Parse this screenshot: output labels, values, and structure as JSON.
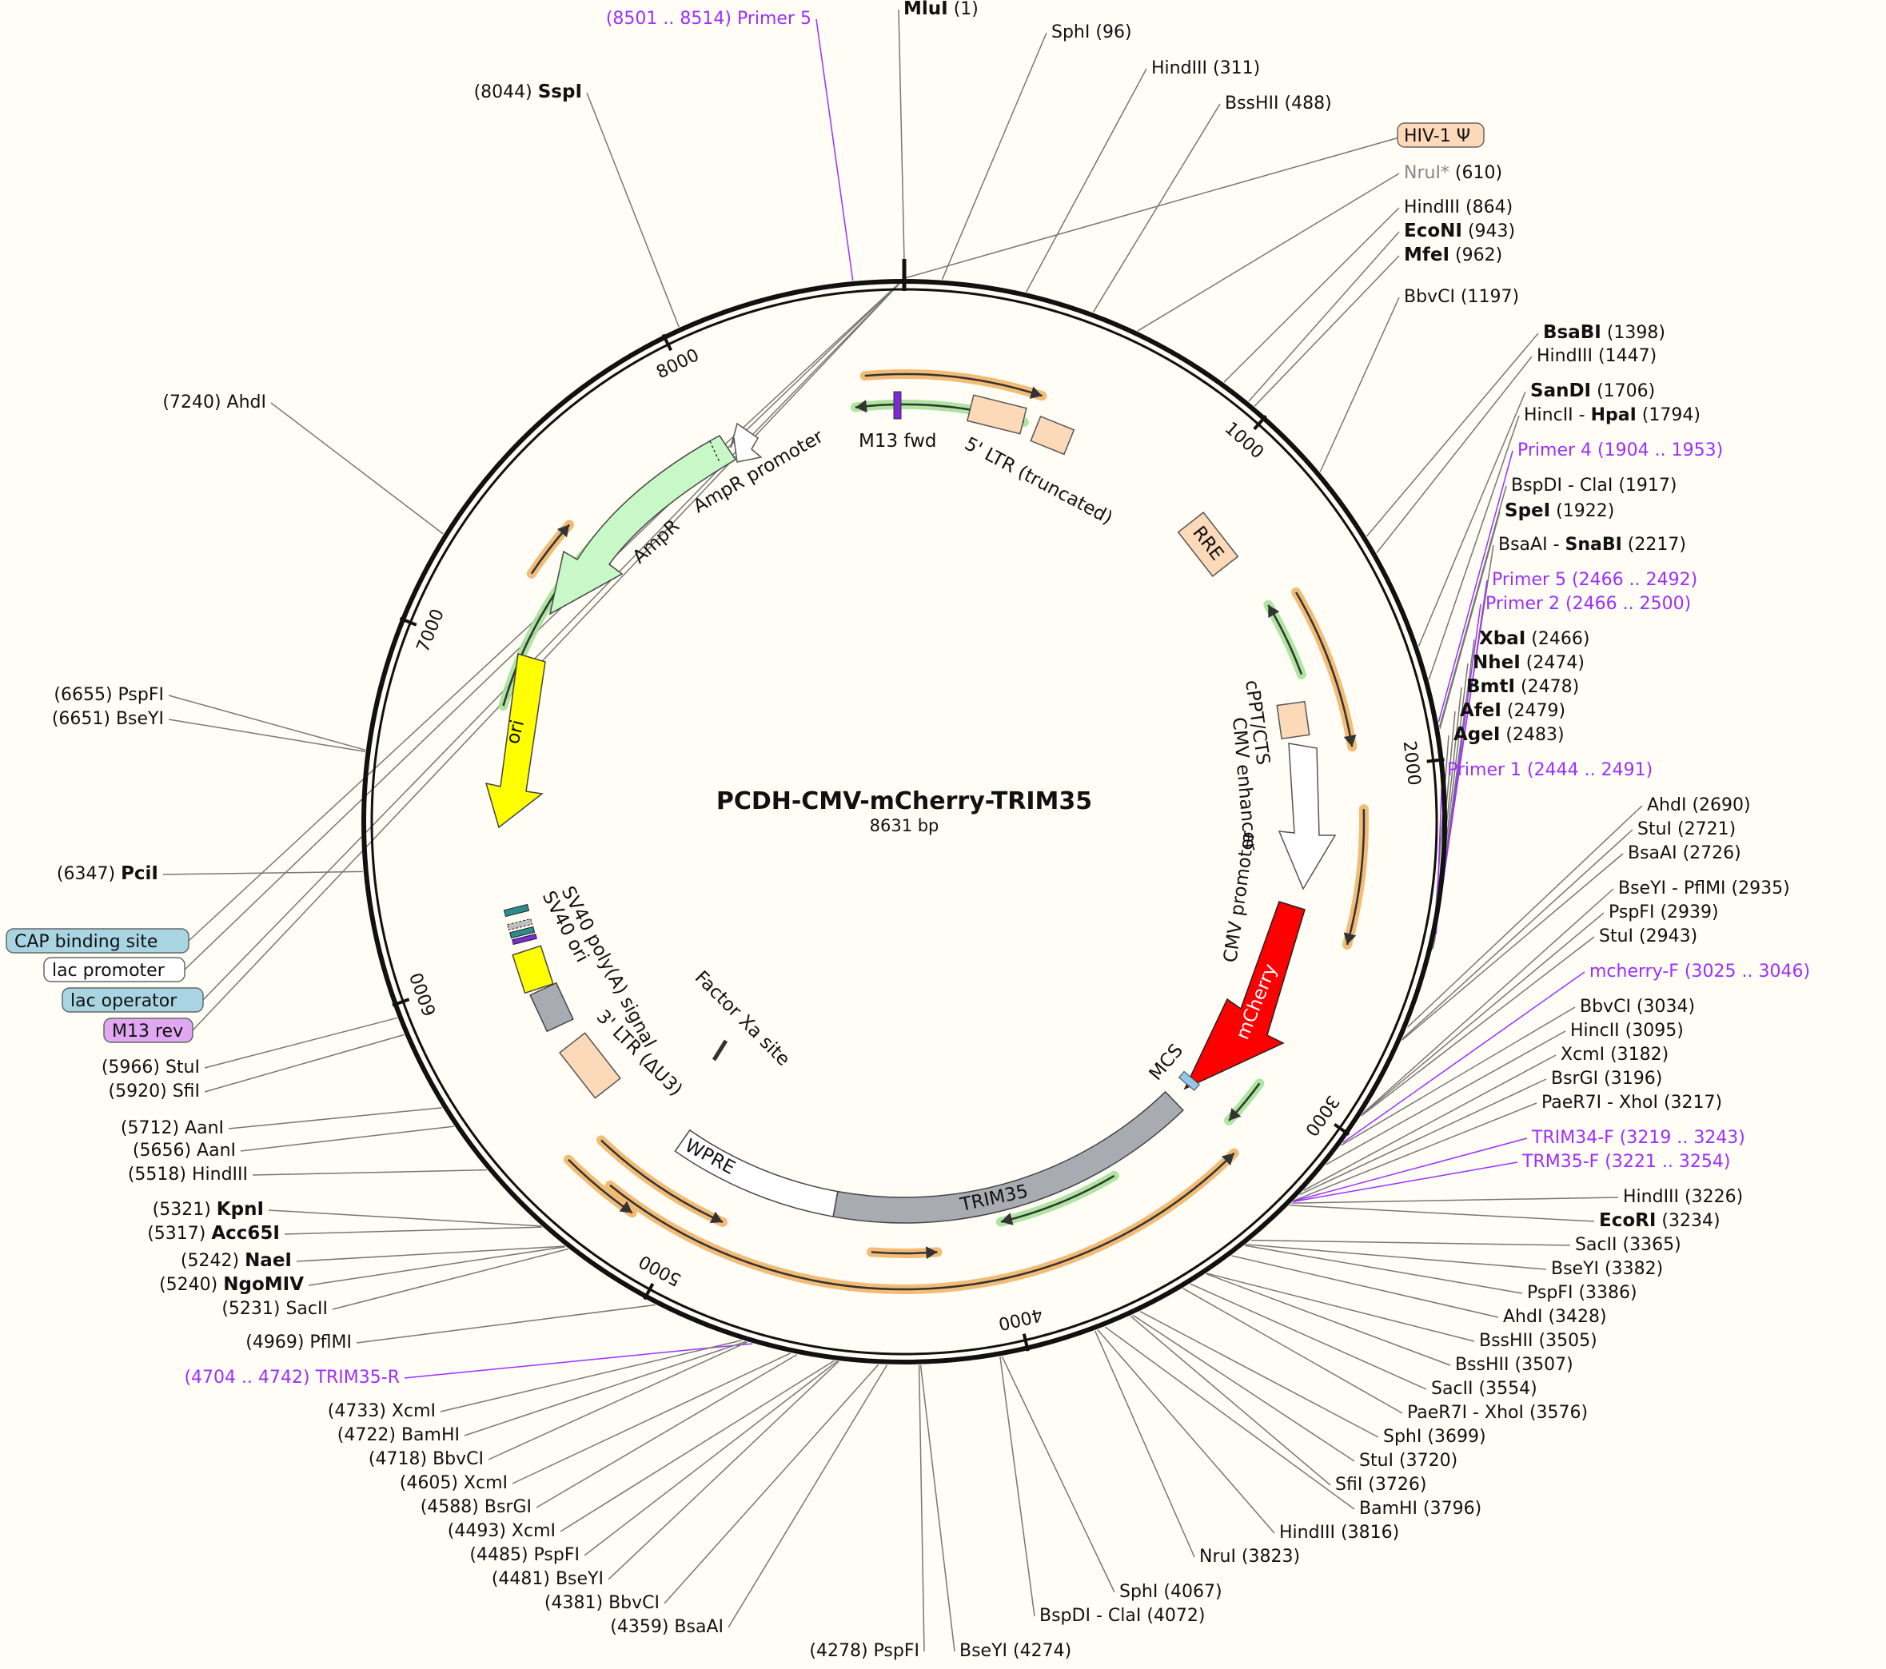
{
  "plasmid": {
    "name": "PCDH-CMV-mCherry-TRIM35",
    "length_label": "8631 bp",
    "length": 8631
  },
  "colors": {
    "primer": "#9b30ff",
    "orf_orange": "#f0b060",
    "orf_green": "#a0e090",
    "mcherry": "#ff0000",
    "trim35": "#a8acb2",
    "wpre": "#ffffff",
    "ltr": "#fcd9b8",
    "ori": "#ffff00",
    "ampr": "#c8f7c8",
    "m13": "#7a2bd6",
    "cap_badge": "#a9d5e2",
    "lac_op_badge": "#a9d5e2",
    "m13rev_badge": "#e0a8f0"
  },
  "ticks": [
    "1000",
    "2000",
    "3000",
    "4000",
    "5000",
    "6000",
    "7000",
    "8000"
  ],
  "right_labels": [
    {
      "text": "MluI",
      "pos": "(1)",
      "bold": true
    },
    {
      "text": "SphI",
      "pos": "(96)"
    },
    {
      "text": "HindIII",
      "pos": "(311)"
    },
    {
      "text": "BssHII",
      "pos": "(488)"
    },
    {
      "text": "HIV-1 Ψ",
      "pos": "",
      "badge": true
    },
    {
      "text": "NruI*",
      "pos": "(610)",
      "grey": true
    },
    {
      "text": "HindIII",
      "pos": "(864)"
    },
    {
      "text": "EcoNI",
      "pos": "(943)",
      "bold": true
    },
    {
      "text": "MfeI",
      "pos": "(962)",
      "bold": true
    },
    {
      "text": "BbvCI",
      "pos": "(1197)"
    },
    {
      "text": "BsaBI",
      "pos": "(1398)",
      "bold": true
    },
    {
      "text": "HindIII",
      "pos": "(1447)"
    },
    {
      "text": "SanDI",
      "pos": "(1706)",
      "bold": true
    },
    {
      "text": "HincII - HpaI",
      "pos": "(1794)",
      "mixed": "HpaI"
    },
    {
      "text": "Primer 4",
      "pos": "(1904 .. 1953)",
      "primer": true
    },
    {
      "text": "BspDI - ClaI",
      "pos": "(1917)"
    },
    {
      "text": "SpeI",
      "pos": "(1922)",
      "bold": true
    },
    {
      "text": "BsaAI - SnaBI",
      "pos": "(2217)",
      "mixed": "SnaBI"
    },
    {
      "text": "Primer 5",
      "pos": "(2466 .. 2492)",
      "primer": true
    },
    {
      "text": "Primer 2",
      "pos": "(2466 .. 2500)",
      "primer": true
    },
    {
      "text": "XbaI",
      "pos": "(2466)",
      "bold": true
    },
    {
      "text": "NheI",
      "pos": "(2474)",
      "bold": true
    },
    {
      "text": "BmtI",
      "pos": "(2478)",
      "bold": true
    },
    {
      "text": "AfeI",
      "pos": "(2479)",
      "bold": true
    },
    {
      "text": "AgeI",
      "pos": "(2483)",
      "bold": true
    },
    {
      "text": "Primer 1",
      "pos": "(2444 .. 2491)",
      "primer": true
    },
    {
      "text": "AhdI",
      "pos": "(2690)"
    },
    {
      "text": "StuI",
      "pos": "(2721)"
    },
    {
      "text": "BsaAI",
      "pos": "(2726)"
    },
    {
      "text": "BseYI - PflMI",
      "pos": "(2935)"
    },
    {
      "text": "PspFI",
      "pos": "(2939)"
    },
    {
      "text": "StuI",
      "pos": "(2943)"
    },
    {
      "text": "mcherry-F",
      "pos": "(3025 .. 3046)",
      "primer": true
    },
    {
      "text": "BbvCI",
      "pos": "(3034)"
    },
    {
      "text": "HincII",
      "pos": "(3095)"
    },
    {
      "text": "XcmI",
      "pos": "(3182)"
    },
    {
      "text": "BsrGI",
      "pos": "(3196)"
    },
    {
      "text": "PaeR7I - XhoI",
      "pos": "(3217)"
    },
    {
      "text": "TRIM34-F",
      "pos": "(3219 .. 3243)",
      "primer": true
    },
    {
      "text": "TRM35-F",
      "pos": "(3221 .. 3254)",
      "primer": true
    },
    {
      "text": "HindIII",
      "pos": "(3226)"
    },
    {
      "text": "EcoRI",
      "pos": "(3234)",
      "bold": true
    },
    {
      "text": "SacII",
      "pos": "(3365)"
    },
    {
      "text": "BseYI",
      "pos": "(3382)"
    },
    {
      "text": "PspFI",
      "pos": "(3386)"
    },
    {
      "text": "AhdI",
      "pos": "(3428)"
    },
    {
      "text": "BssHII",
      "pos": "(3505)"
    },
    {
      "text": "BssHII",
      "pos": "(3507)"
    },
    {
      "text": "SacII",
      "pos": "(3554)"
    },
    {
      "text": "PaeR7I - XhoI",
      "pos": "(3576)"
    },
    {
      "text": "SphI",
      "pos": "(3699)"
    },
    {
      "text": "StuI",
      "pos": "(3720)"
    },
    {
      "text": "SfiI",
      "pos": "(3726)"
    },
    {
      "text": "BamHI",
      "pos": "(3796)"
    },
    {
      "text": "HindIII",
      "pos": "(3816)"
    },
    {
      "text": "NruI",
      "pos": "(3823)"
    },
    {
      "text": "SphI",
      "pos": "(4067)"
    },
    {
      "text": "BspDI - ClaI",
      "pos": "(4072)"
    },
    {
      "text": "BseYI",
      "pos": "(4274)"
    }
  ],
  "left_labels": [
    {
      "text": "Primer 5",
      "pos": "(8501 .. 8514)",
      "primer": true
    },
    {
      "text": "SspI",
      "pos": "(8044)",
      "bold": true
    },
    {
      "text": "AhdI",
      "pos": "(7240)"
    },
    {
      "text": "PspFI",
      "pos": "(6655)"
    },
    {
      "text": "BseYI",
      "pos": "(6651)"
    },
    {
      "text": "PciI",
      "pos": "(6347)",
      "bold": true
    },
    {
      "text": "CAP binding site",
      "pos": "",
      "badge": "cap"
    },
    {
      "text": "lac promoter",
      "pos": "",
      "badge": "lacp"
    },
    {
      "text": "lac operator",
      "pos": "",
      "badge": "laco"
    },
    {
      "text": "M13 rev",
      "pos": "",
      "badge": "m13"
    },
    {
      "text": "StuI",
      "pos": "(5966)"
    },
    {
      "text": "SfiI",
      "pos": "(5920)"
    },
    {
      "text": "AanI",
      "pos": "(5712)"
    },
    {
      "text": "AanI",
      "pos": "(5656)"
    },
    {
      "text": "HindIII",
      "pos": "(5518)"
    },
    {
      "text": "KpnI",
      "pos": "(5321)",
      "bold": true
    },
    {
      "text": "Acc65I",
      "pos": "(5317)",
      "bold": true
    },
    {
      "text": "NaeI",
      "pos": "(5242)",
      "bold": true
    },
    {
      "text": "NgoMIV",
      "pos": "(5240)",
      "bold": true
    },
    {
      "text": "SacII",
      "pos": "(5231)"
    },
    {
      "text": "PflMI",
      "pos": "(4969)"
    },
    {
      "text": "TRIM35-R",
      "pos": "(4704 .. 4742)",
      "primer": true
    },
    {
      "text": "XcmI",
      "pos": "(4733)"
    },
    {
      "text": "BamHI",
      "pos": "(4722)"
    },
    {
      "text": "BbvCI",
      "pos": "(4718)"
    },
    {
      "text": "XcmI",
      "pos": "(4605)"
    },
    {
      "text": "BsrGI",
      "pos": "(4588)"
    },
    {
      "text": "XcmI",
      "pos": "(4493)"
    },
    {
      "text": "PspFI",
      "pos": "(4485)"
    },
    {
      "text": "BseYI",
      "pos": "(4481)"
    },
    {
      "text": "BbvCI",
      "pos": "(4381)"
    },
    {
      "text": "BsaAI",
      "pos": "(4359)"
    },
    {
      "text": "PspFI",
      "pos": "(4278)"
    }
  ],
  "features": {
    "m13fwd": "M13 fwd",
    "ltr5": "5' LTR (truncated)",
    "rre": "RRE",
    "cppt": "cPPT/CTS",
    "cmv_enh": "CMV enhancer",
    "cmv_prom": "CMV promoter",
    "mcherry": "mCherry",
    "mcs": "MCS",
    "trim35": "TRIM35",
    "wpre": "WPRE",
    "ltr3": "3' LTR (ΔU3)",
    "sv40_polya": "SV40 poly(A) signal",
    "sv40_ori": "SV40 ori",
    "factor_xa": "Factor Xa site",
    "ori": "ori",
    "ampr": "AmpR",
    "ampr_prom": "AmpR promoter"
  }
}
